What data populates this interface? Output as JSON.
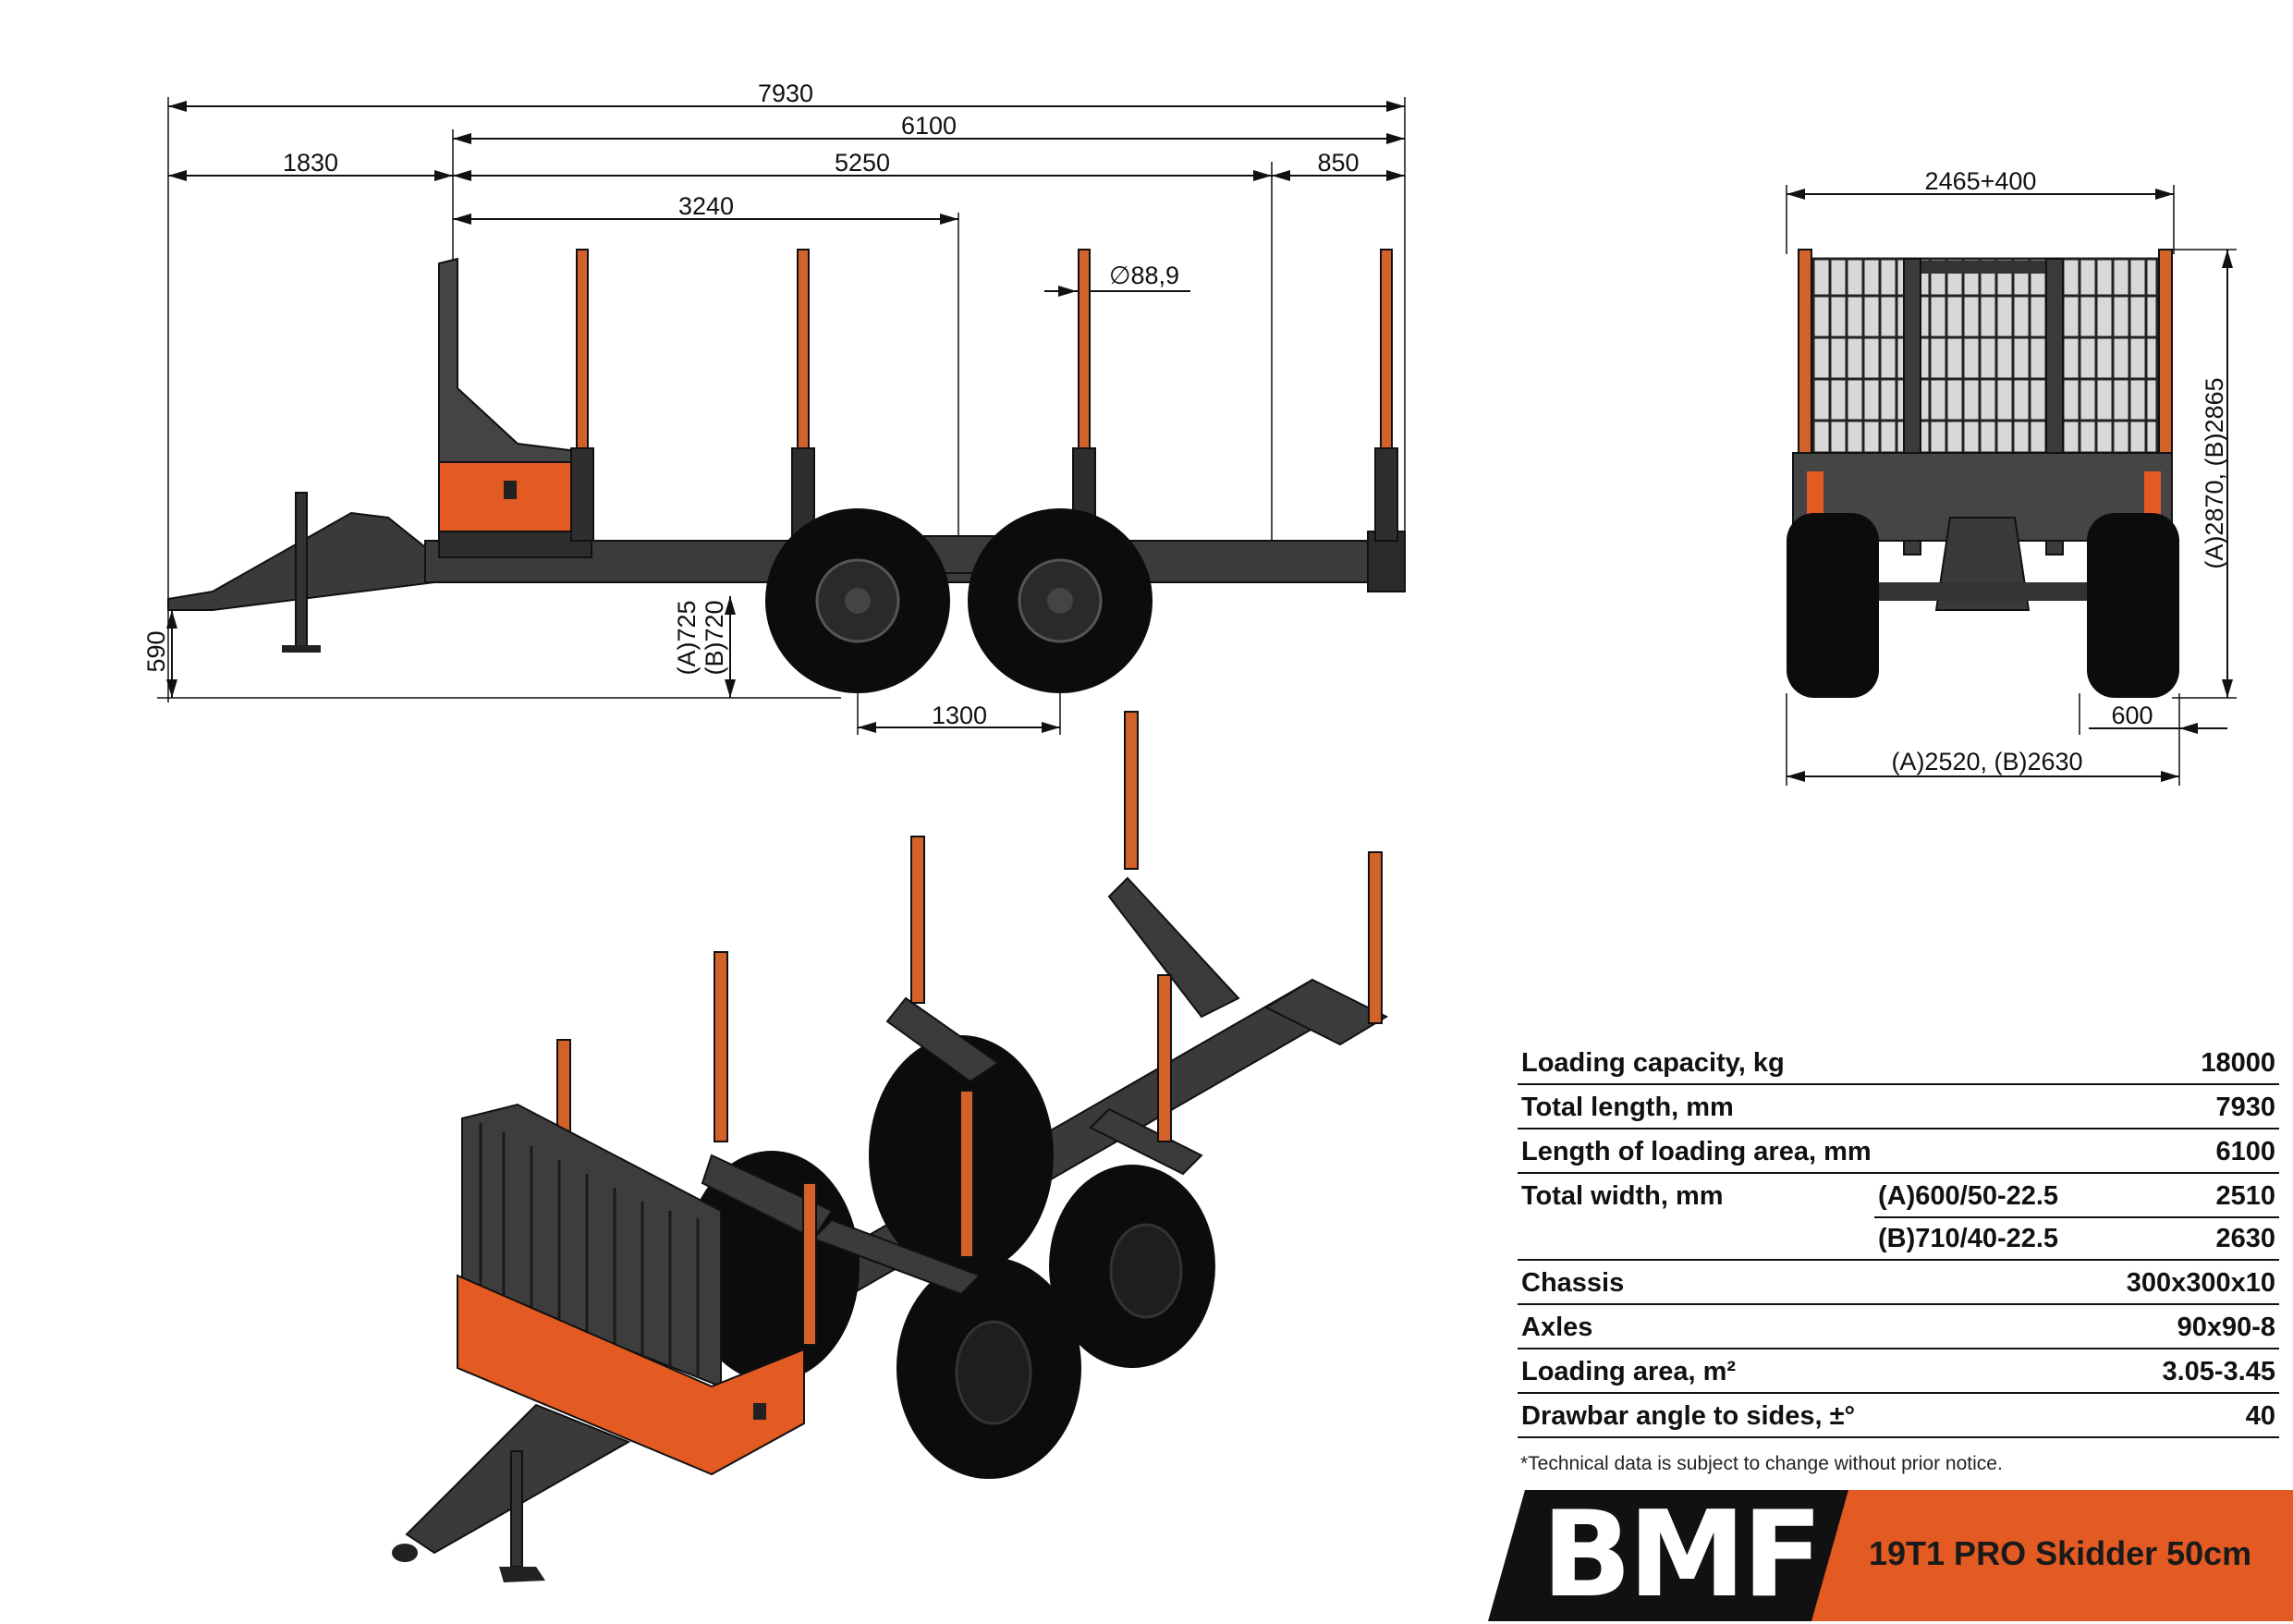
{
  "colors": {
    "accent": "#e35a22",
    "steel": "#3a3a3a",
    "tyre": "#0c0c0c",
    "stake": "#d0622a"
  },
  "side_view": {
    "dims": {
      "overall": "7930",
      "loading_length": "6100",
      "front": "1830",
      "frame": "5250",
      "rear": "850",
      "stake_span": "3240",
      "stake_diameter": "∅88,9",
      "drawbar_height": "590",
      "chassis_height_a": "(A)725",
      "chassis_height_b": "(B)720",
      "axle_spacing": "1300"
    }
  },
  "rear_view": {
    "dims": {
      "width": "2465+400",
      "height": "(A)2870, (B)2865",
      "tyre_width": "600",
      "track": "(A)2520, (B)2630"
    }
  },
  "specs": [
    {
      "label": "Loading capacity, kg",
      "value": "18000"
    },
    {
      "label": "Total length, mm",
      "value": "7930"
    },
    {
      "label": "Length of loading area, mm",
      "value": "6100"
    },
    {
      "label": "Total width, mm",
      "sub": "(A)600/50-22.5",
      "value": "2510"
    },
    {
      "label": "",
      "sub": "(B)710/40-22.5",
      "value": "2630"
    },
    {
      "label": "Chassis",
      "value": "300x300x10"
    },
    {
      "label": "Axles",
      "value": "90x90-8"
    },
    {
      "label": "Loading area, m²",
      "value": "3.05-3.45"
    },
    {
      "label": "Drawbar angle to sides, ±°",
      "value": "40"
    }
  ],
  "footnote": "*Technical data is subject to change without prior notice.",
  "brand": {
    "logo": "BMF",
    "model": "19T1 PRO Skidder 50cm"
  }
}
